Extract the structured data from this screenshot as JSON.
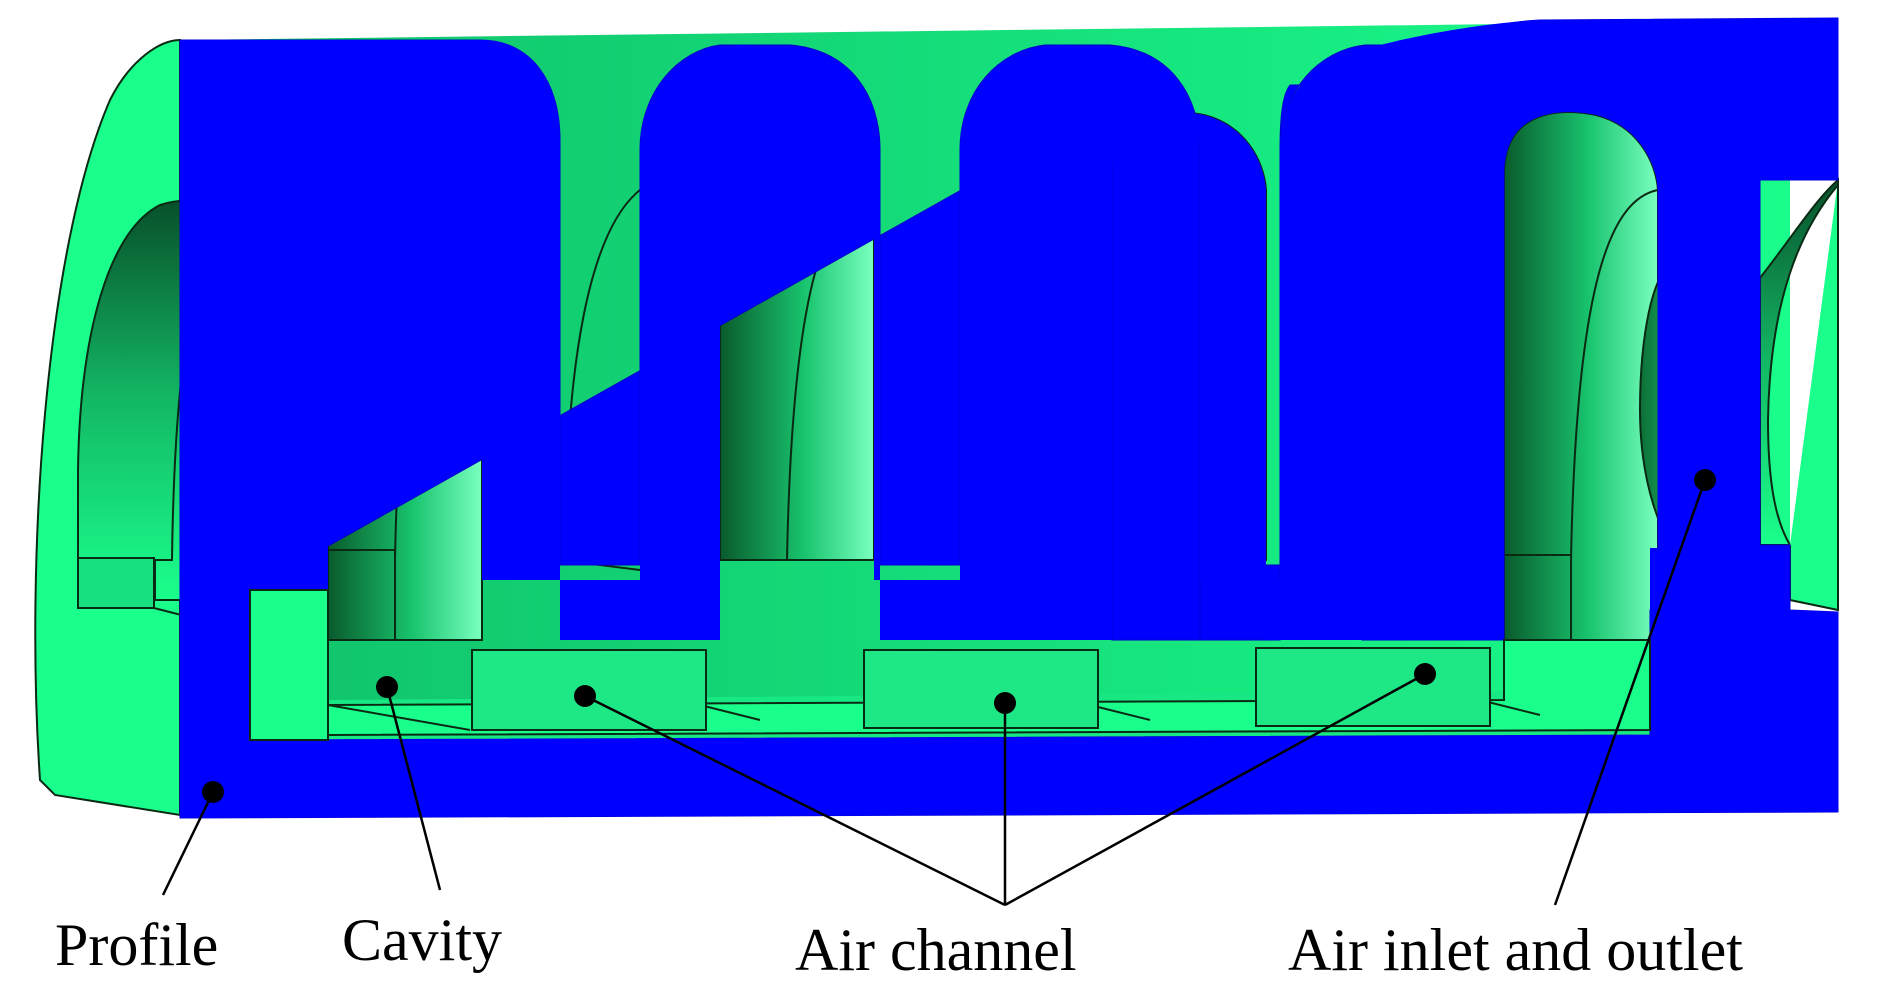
{
  "labels": {
    "profile": "Profile",
    "cavity": "Cavity",
    "air_channel": "Air channel",
    "air_inlet_outlet": "Air inlet and outlet"
  },
  "colors": {
    "profile_section": "#0000ff",
    "surface_light": "#1aff8c",
    "surface_mid": "#12d478",
    "surface_dark": "#0a6b34",
    "channel_fill": "#1ee886",
    "edge": "#0a2a14",
    "leader": "#000000",
    "background": "#ffffff"
  }
}
